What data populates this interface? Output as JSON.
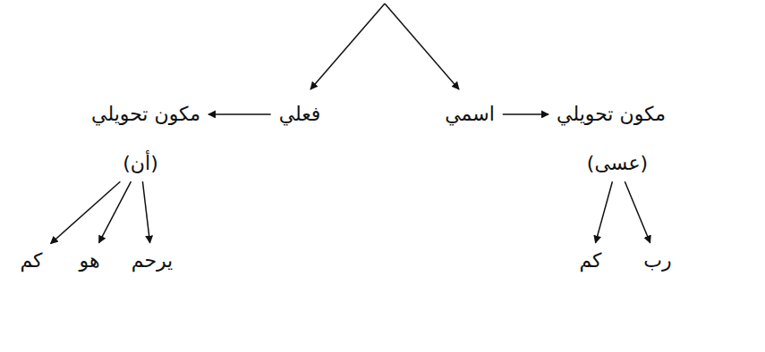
{
  "diagram": {
    "nodes": [
      {
        "text": [
          "اسمي"
        ]
      },
      {
        "text": [
          "فعلي"
        ]
      },
      {
        "text": [
          "مكون تحويلي"
        ]
      },
      {
        "text": [
          "مكون تحويلي"
        ]
      },
      {
        "text": [
          "(عسى)"
        ]
      },
      {
        "text": [
          "(أن)"
        ]
      },
      {
        "text": [
          "رب"
        ]
      },
      {
        "text": [
          "كم"
        ]
      },
      {
        "text": [
          "يرحم"
        ]
      },
      {
        "text": [
          "هو"
        ]
      },
      {
        "text": [
          "كم"
        ]
      }
    ],
    "edges": [
      {
        "from": 0,
        "to": 2,
        "arrow": "to"
      },
      {
        "from": 1,
        "to": 3,
        "arrow": "to"
      },
      {
        "from": 4,
        "to": 6,
        "arrow": "to"
      },
      {
        "from": 4,
        "to": 7,
        "arrow": "to"
      },
      {
        "from": 5,
        "to": 8,
        "arrow": "to"
      },
      {
        "from": 5,
        "to": 9,
        "arrow": "to"
      },
      {
        "from": 5,
        "to": 10,
        "arrow": "to"
      }
    ]
  }
}
